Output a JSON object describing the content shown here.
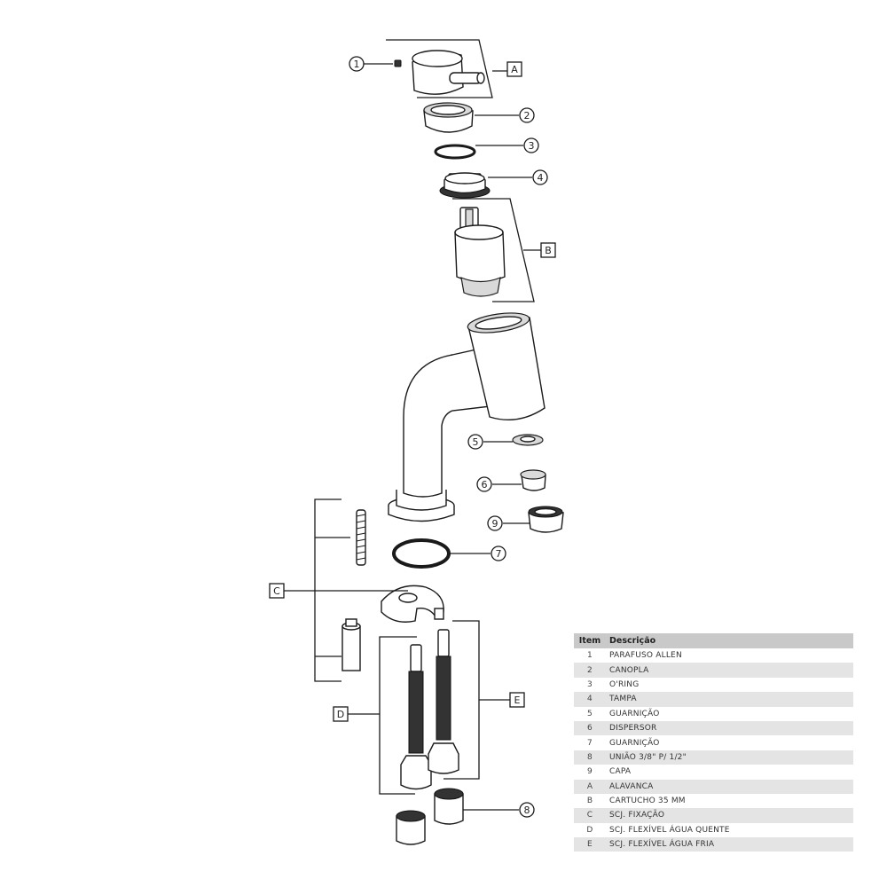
{
  "callouts": {
    "c1": "1",
    "c2": "2",
    "c3": "3",
    "c4": "4",
    "c5": "5",
    "c6": "6",
    "c7": "7",
    "c8": "8",
    "c9": "9",
    "A": "A",
    "B": "B",
    "C": "C",
    "D": "D",
    "E": "E"
  },
  "table": {
    "headers": {
      "item": "Item",
      "description": "Descrição"
    },
    "rows": [
      {
        "item": "1",
        "description": "PARAFUSO ALLEN"
      },
      {
        "item": "2",
        "description": "CANOPLA"
      },
      {
        "item": "3",
        "description": "O'RING"
      },
      {
        "item": "4",
        "description": "TAMPA"
      },
      {
        "item": "5",
        "description": "GUARNIÇÃO"
      },
      {
        "item": "6",
        "description": "DISPERSOR"
      },
      {
        "item": "7",
        "description": "GUARNIÇÃO"
      },
      {
        "item": "8",
        "description": "UNIÃO 3/8\" P/ 1/2\""
      },
      {
        "item": "9",
        "description": "CAPA"
      },
      {
        "item": "A",
        "description": "ALAVANCA"
      },
      {
        "item": "B",
        "description": "CARTUCHO 35 MM"
      },
      {
        "item": "C",
        "description": "SCJ. FIXAÇÃO"
      },
      {
        "item": "D",
        "description": "SCJ. FLEXÍVEL ÁGUA QUENTE"
      },
      {
        "item": "E",
        "description": "SCJ. FLEXÍVEL ÁGUA FRIA"
      }
    ]
  }
}
